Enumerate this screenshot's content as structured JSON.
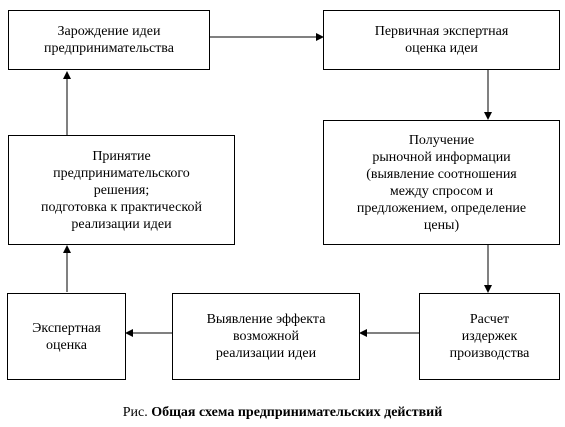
{
  "boxes": {
    "idea_origin": {
      "lines": [
        "Зарождение идеи",
        "предпринимательства"
      ]
    },
    "primary_eval": {
      "lines": [
        "Первичная экспертная",
        "оценка идеи"
      ]
    },
    "market_info": {
      "lines": [
        "Получение",
        "рыночной информации",
        "(выявление соотношения",
        "между спросом и",
        "предложением, определение",
        "цены)"
      ]
    },
    "cost_calc": {
      "lines": [
        "Расчет",
        "издержек",
        "производства"
      ]
    },
    "effect_detect": {
      "lines": [
        "Выявление эффекта",
        "возможной",
        "реализации идеи"
      ]
    },
    "expert_eval": {
      "lines": [
        "Экспертная",
        "оценка"
      ]
    },
    "decision": {
      "lines": [
        "Принятие",
        "предпринимательского",
        "решения;",
        "подготовка к практической",
        "реализации идеи"
      ]
    }
  },
  "caption": {
    "prefix": "Рис. ",
    "title": "Общая схема предпринимательских действий"
  }
}
